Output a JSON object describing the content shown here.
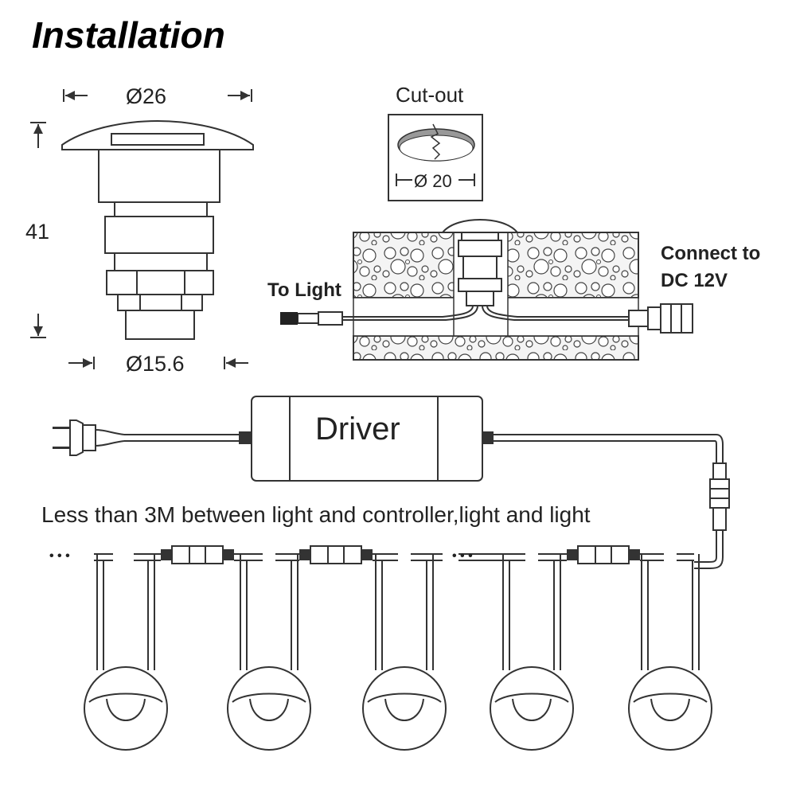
{
  "title": "Installation",
  "dimensions": {
    "top_diameter": "Ø26",
    "height": "41",
    "bottom_diameter": "Ø15.6"
  },
  "cutout": {
    "title": "Cut-out",
    "diameter": "Ø 20"
  },
  "install": {
    "to_light": "To Light",
    "connect_line1": "Connect to",
    "connect_line2": "DC 12V"
  },
  "driver": {
    "label": "Driver"
  },
  "note": "Less than 3M between light and controller,light and light",
  "chain": {
    "dots_left": "• • •",
    "dots_mid": "• • •"
  }
}
